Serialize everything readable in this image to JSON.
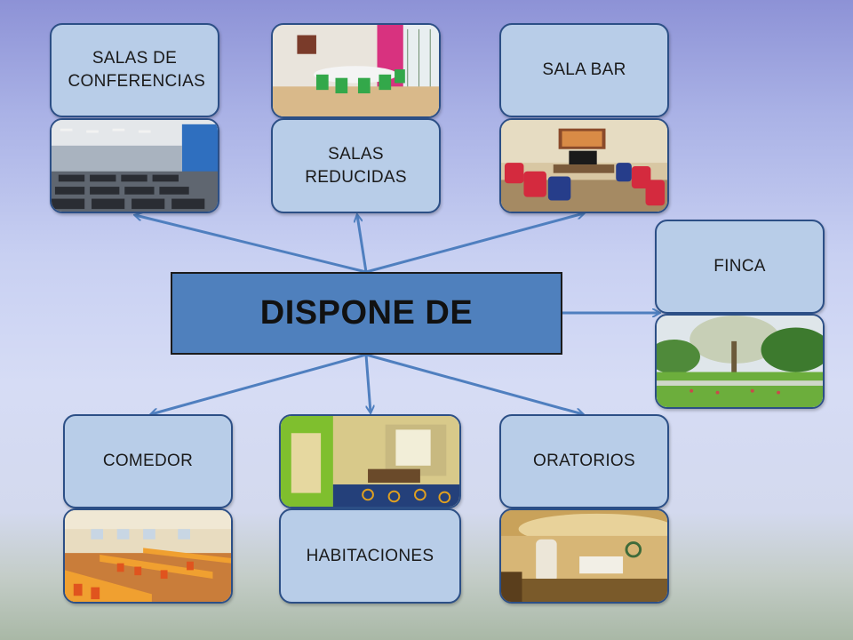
{
  "center": {
    "label": "DISPONE DE"
  },
  "nodes": {
    "conferencias": "SALAS DE CONFERENCIAS",
    "reducidas": "SALAS REDUCIDAS",
    "bar": "SALA BAR",
    "finca": "FINCA",
    "comedor": "COMEDOR",
    "habitaciones": "HABITACIONES",
    "oratorios": "ORATORIOS"
  },
  "colors": {
    "node_fill": "#b8cde8",
    "node_border": "#2c4f86",
    "center_fill": "#4f80bd",
    "arrow": "#4f7fbf"
  }
}
